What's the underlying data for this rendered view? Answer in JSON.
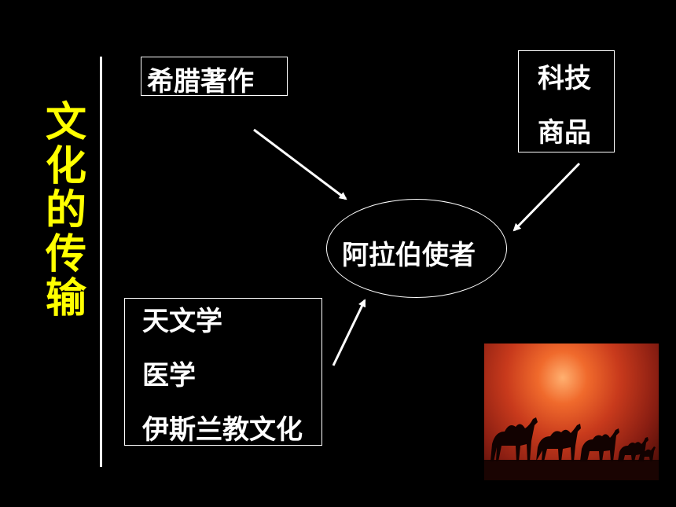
{
  "title_chars": [
    "文",
    "化",
    "的",
    "传",
    "输"
  ],
  "boxes": {
    "greek": "希腊著作",
    "tech": [
      "科技",
      "商品"
    ],
    "sciences": [
      "天文学",
      "医学",
      "伊斯兰教文化"
    ]
  },
  "center": "阿拉伯使者",
  "colors": {
    "background": "#000000",
    "title": "#ffff00",
    "text": "#ffffff"
  },
  "photo": {
    "subject": "camel caravan silhouette at red sunset"
  }
}
